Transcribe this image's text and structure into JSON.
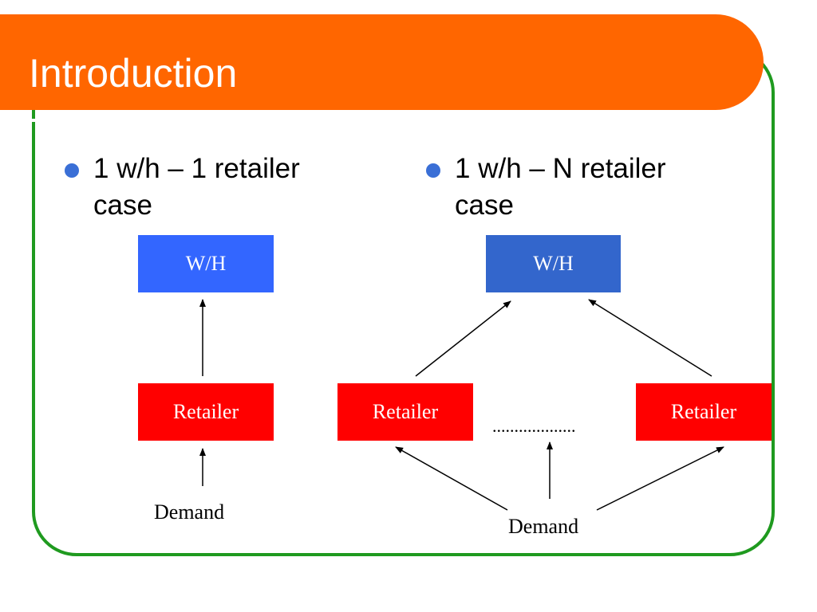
{
  "slide": {
    "title": "Introduction",
    "colors": {
      "title_bar": "#ff6600",
      "frame": "#1f9a1f",
      "bullet": "#3a6fd6"
    }
  },
  "left_case": {
    "bullet_line1": "1 w/h – 1 retailer",
    "bullet_line2": "case",
    "warehouse_label": "W/H",
    "retailer_label": "Retailer",
    "demand_label": "Demand",
    "colors": {
      "warehouse": "#3366ff",
      "retailer": "#ff0000"
    }
  },
  "right_case": {
    "bullet_line1": "1 w/h – N retailer",
    "bullet_line2": "case",
    "warehouse_label": "W/H",
    "retailer_left_label": "Retailer",
    "retailer_right_label": "Retailer",
    "ellipsis": "...................",
    "demand_label": "Demand",
    "colors": {
      "warehouse": "#3366cc",
      "retailer": "#ff0000"
    }
  }
}
